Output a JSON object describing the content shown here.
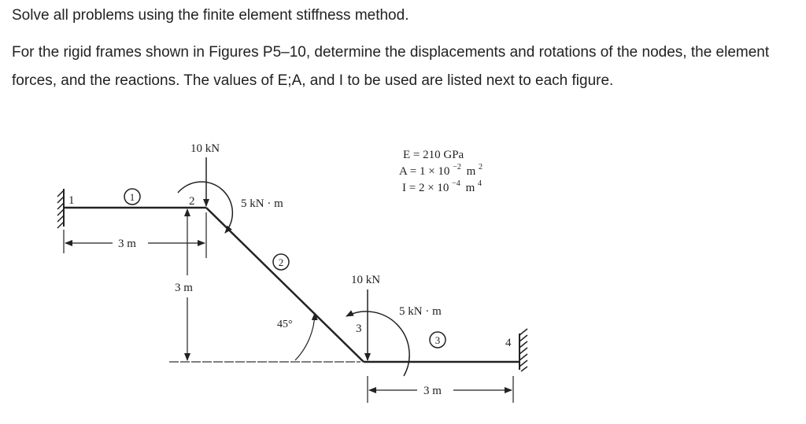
{
  "intro": {
    "line1": "Solve all problems using the finite element stiffness method.",
    "line2": "For the rigid frames shown in Figures P5–10, determine the displacements and rotations of the nodes, the element forces, and the reactions. The values of E;A, and I to be used are listed next to each figure."
  },
  "figure": {
    "properties": {
      "E": "E = 210 GPa",
      "A_label": "A = 1 × 10",
      "A_exp": "−2",
      "A_unit": "m",
      "A_unit_exp": "2",
      "I_label": "I = 2 × 10",
      "I_exp": "−4",
      "I_unit": "m",
      "I_unit_exp": "4"
    },
    "nodes": {
      "n1": "1",
      "n2": "2",
      "n3": "3",
      "n4": "4"
    },
    "elements": {
      "e1": "1",
      "e2": "2",
      "e3": "3"
    },
    "loads": {
      "force_node2": "10 kN",
      "moment_node2": "5 kN · m",
      "force_node3": "10 kN",
      "moment_node3": "5 kN · m"
    },
    "dimensions": {
      "top_span": "3 m",
      "height": "3 m",
      "bottom_span": "3 m",
      "angle": "45°"
    }
  }
}
